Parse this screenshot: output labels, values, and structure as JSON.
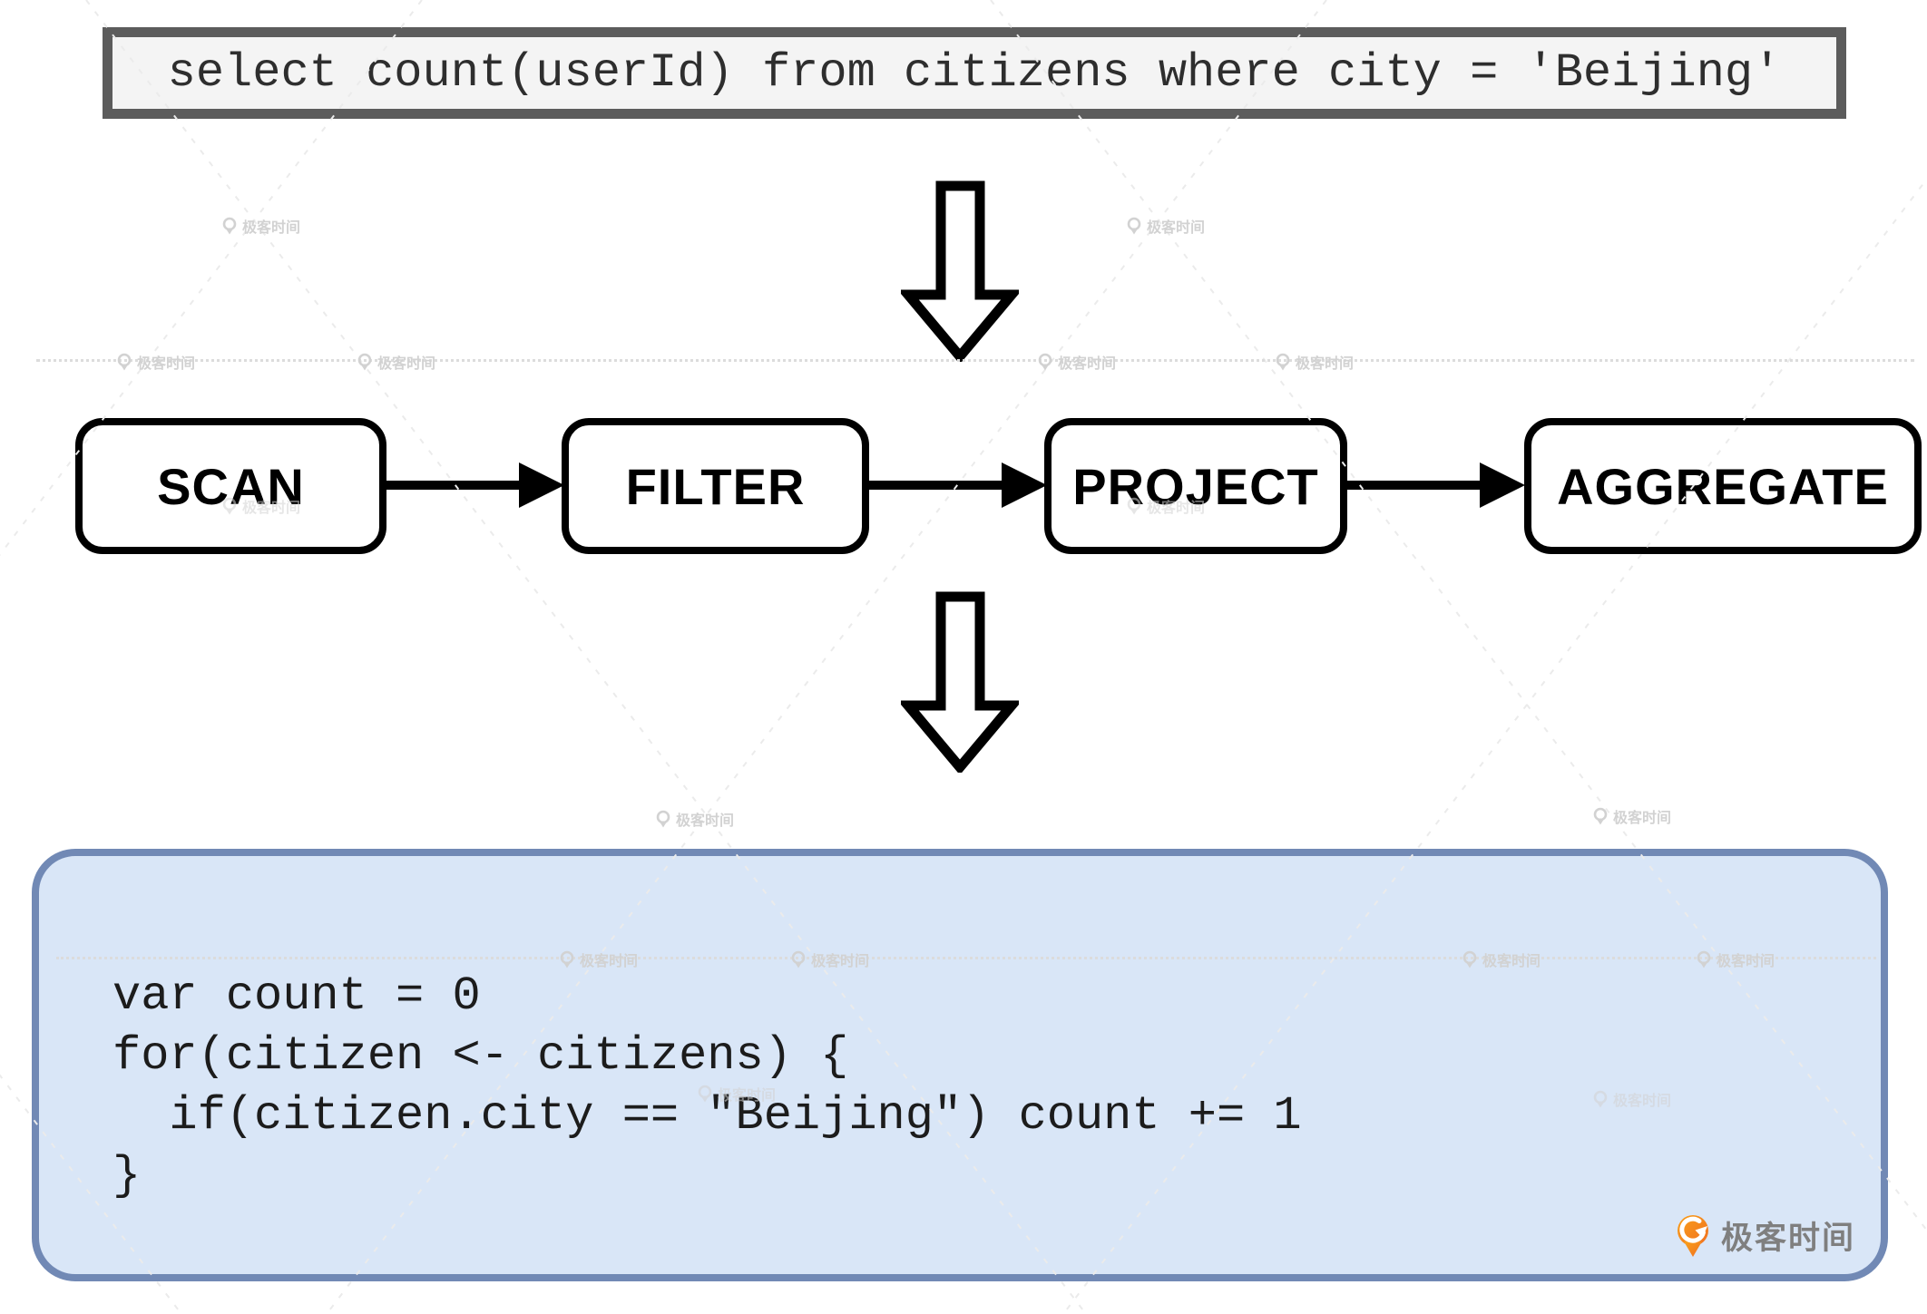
{
  "sql_query": "select count(userId) from citizens where city = 'Beijing'",
  "pipeline": {
    "stages": [
      {
        "label": "SCAN"
      },
      {
        "label": "FILTER"
      },
      {
        "label": "PROJECT"
      },
      {
        "label": "AGGREGATE"
      }
    ]
  },
  "code": {
    "text": "var count = 0\nfor(citizen <- citizens) {\n  if(citizen.city == \"Beijing\") count += 1\n}"
  },
  "watermark": {
    "brand": "极客时间"
  },
  "brand_logo": {
    "text": "极客时间"
  },
  "colors": {
    "sql_box_border": "#5c5c5c",
    "sql_box_bg": "#f4f4f4",
    "flow_box_border": "#000000",
    "code_box_border": "#7189b5",
    "code_box_bg": "#d9e6f7",
    "logo_orange": "#f5821f",
    "watermark_gray": "#d2d2d2"
  }
}
